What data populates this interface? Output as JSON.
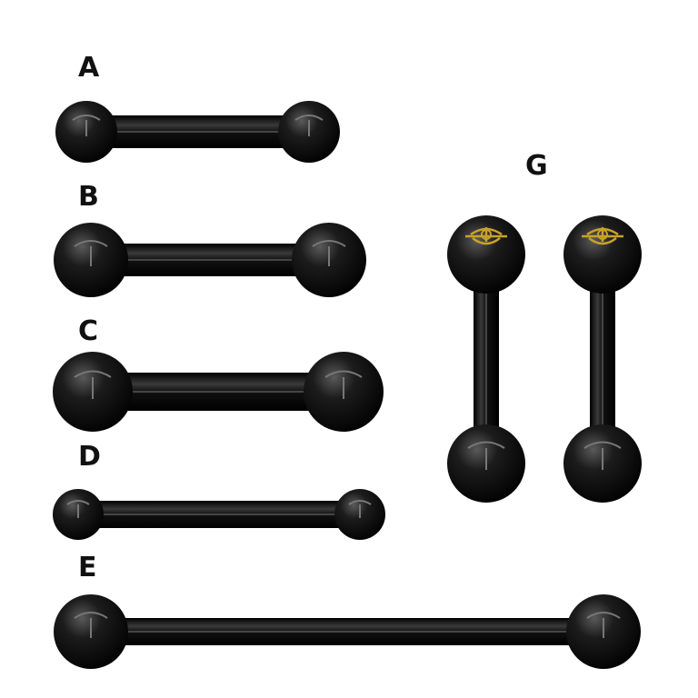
{
  "labels": {
    "a": "A",
    "b": "B",
    "c": "C",
    "d": "D",
    "e": "E",
    "g": "G"
  },
  "colors": {
    "metal": "#0b0b0b",
    "highlight": "#8a8a8a",
    "logo": "#c9a227",
    "background": "#ffffff"
  },
  "icons": {
    "ball": "sphere-icon",
    "logo": "biohazard-logo-icon"
  }
}
